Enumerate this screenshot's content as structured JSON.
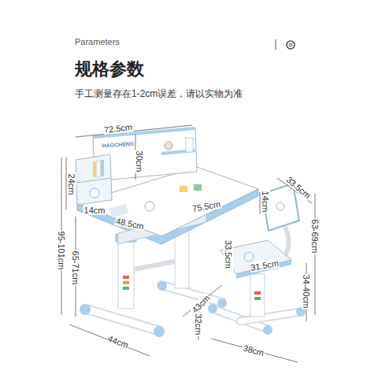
{
  "diagram": {
    "title": "规格参数",
    "labels": [
      "Parameters",
      "手工测量存在1-2cm误差，请以实物为准",
      "72.5cm",
      "30cm",
      "24cm",
      "14cm",
      "48.5cm",
      "75.5cm",
      "95-101cm",
      "65-71cm",
      "14cm",
      "33.5cm",
      "33.5cm",
      "31.5cm",
      "63-69cm",
      "34-40cm",
      "43cm",
      "32cm",
      "44cm",
      "38cm",
      "HAOCHENG"
    ]
  }
}
